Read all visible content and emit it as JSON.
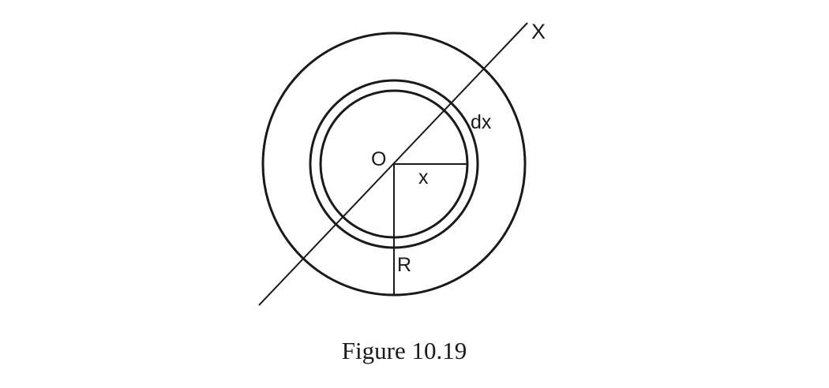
{
  "labels": {
    "axis": "X",
    "center": "O",
    "inner_radius": "x",
    "ring_width": "dx",
    "outer_radius": "R"
  },
  "caption": "Figure 10.19",
  "colors": {
    "ink": "#1a1a1a",
    "background": "#ffffff"
  }
}
